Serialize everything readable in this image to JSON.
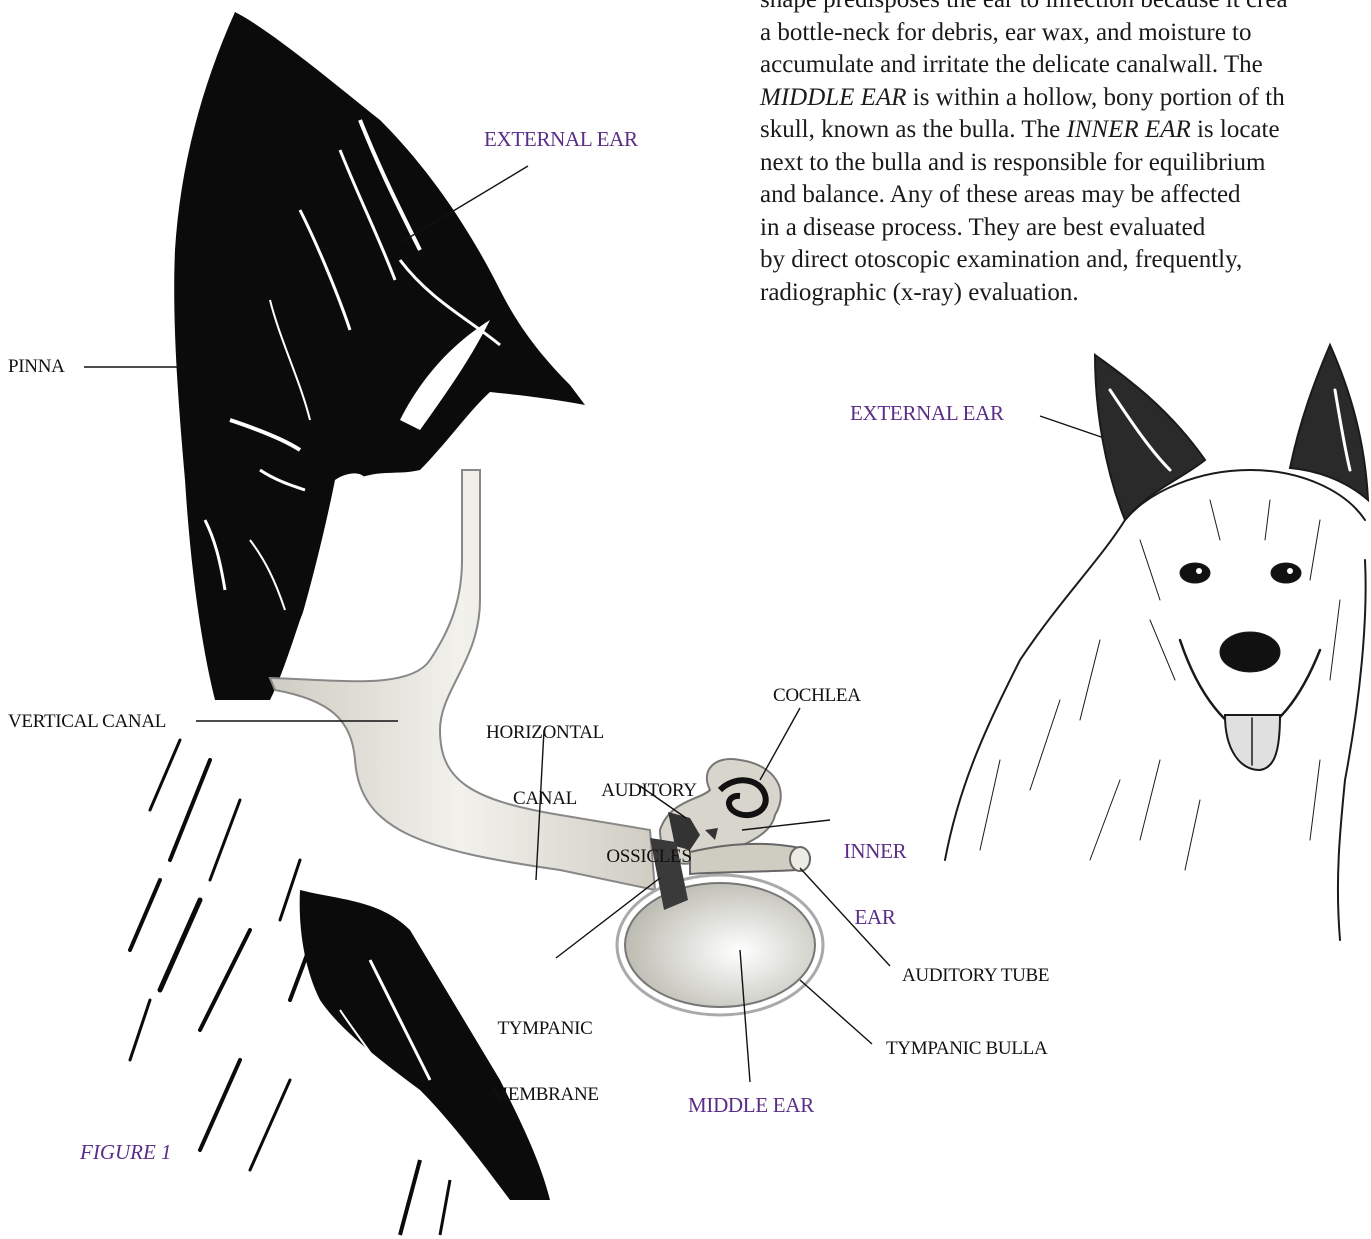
{
  "paragraph": {
    "line1": "shape predisposes the ear to infection because it crea",
    "line2": "a bottle-neck for debris, ear wax, and moisture to",
    "line3": "accumulate and irritate the delicate canalwall. The",
    "line4_em": "MIDDLE EAR",
    "line4_rest": " is within a hollow, bony portion of th",
    "line5_pre": "skull, known as the bulla. The ",
    "line5_em": "INNER EAR",
    "line5_rest": " is locate",
    "line6": "next to the bulla and is responsible for equilibrium",
    "line7": "and balance. Any of these areas may be affected",
    "line8": "in a disease process. They are best evaluated",
    "line9": "by direct otoscopic examination and, frequently,",
    "line10": "radiographic (x-ray) evaluation."
  },
  "labels": {
    "external_ear_top": "EXTERNAL EAR",
    "pinna": "PINNA",
    "vertical_canal": "VERTICAL CANAL",
    "horizontal_canal_1": "HORIZONTAL",
    "horizontal_canal_2": "CANAL",
    "cochlea": "COCHLEA",
    "auditory_ossicles_1": "AUDITORY",
    "auditory_ossicles_2": "OSSICLES",
    "inner_ear_1": "INNER",
    "inner_ear_2": "EAR",
    "tympanic_membrane_1": "TYMPANIC",
    "tympanic_membrane_2": "MEMBRANE",
    "auditory_tube": "AUDITORY TUBE",
    "tympanic_bulla": "TYMPANIC BULLA",
    "middle_ear": "MIDDLE EAR",
    "external_ear_dog": "EXTERNAL EAR",
    "figure": "FIGURE 1"
  },
  "colors": {
    "accent_purple": "#5a2d86",
    "ink": "#111111",
    "canal_fill": "#e4e2d8"
  }
}
